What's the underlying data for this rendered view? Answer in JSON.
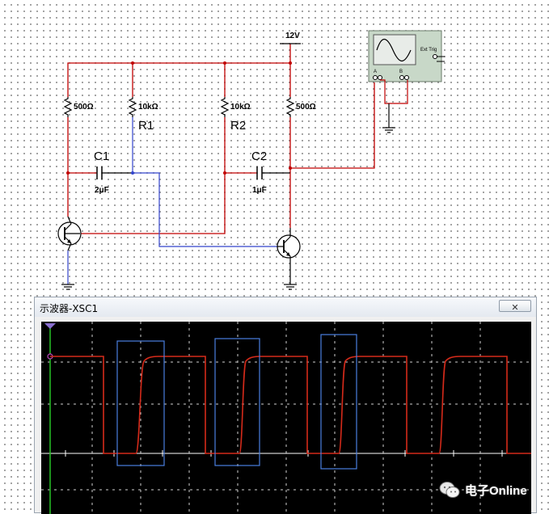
{
  "schematic": {
    "supply_label": "12V",
    "r_left_outer": "500Ω",
    "r1_value": "10kΩ",
    "r1_name": "R1",
    "r2_value": "10kΩ",
    "r2_name": "R2",
    "r_right_outer": "500Ω",
    "c1_name": "C1",
    "c1_value": "2μF",
    "c2_name": "C2",
    "c2_value": "1μF",
    "xsc_ext_trig": "Ext Trig",
    "xsc_a": "A",
    "xsc_b": "B",
    "colors": {
      "red_wire": "#c00000",
      "blue_wire": "#3344cc"
    }
  },
  "scope": {
    "title": "示波器-XSC1",
    "close_label": "✕",
    "trace_color": "#d42a1a",
    "highlight_color": "#4a7fe0"
  },
  "watermark": {
    "text": "电子Online",
    "icon": "wechat-icon"
  }
}
